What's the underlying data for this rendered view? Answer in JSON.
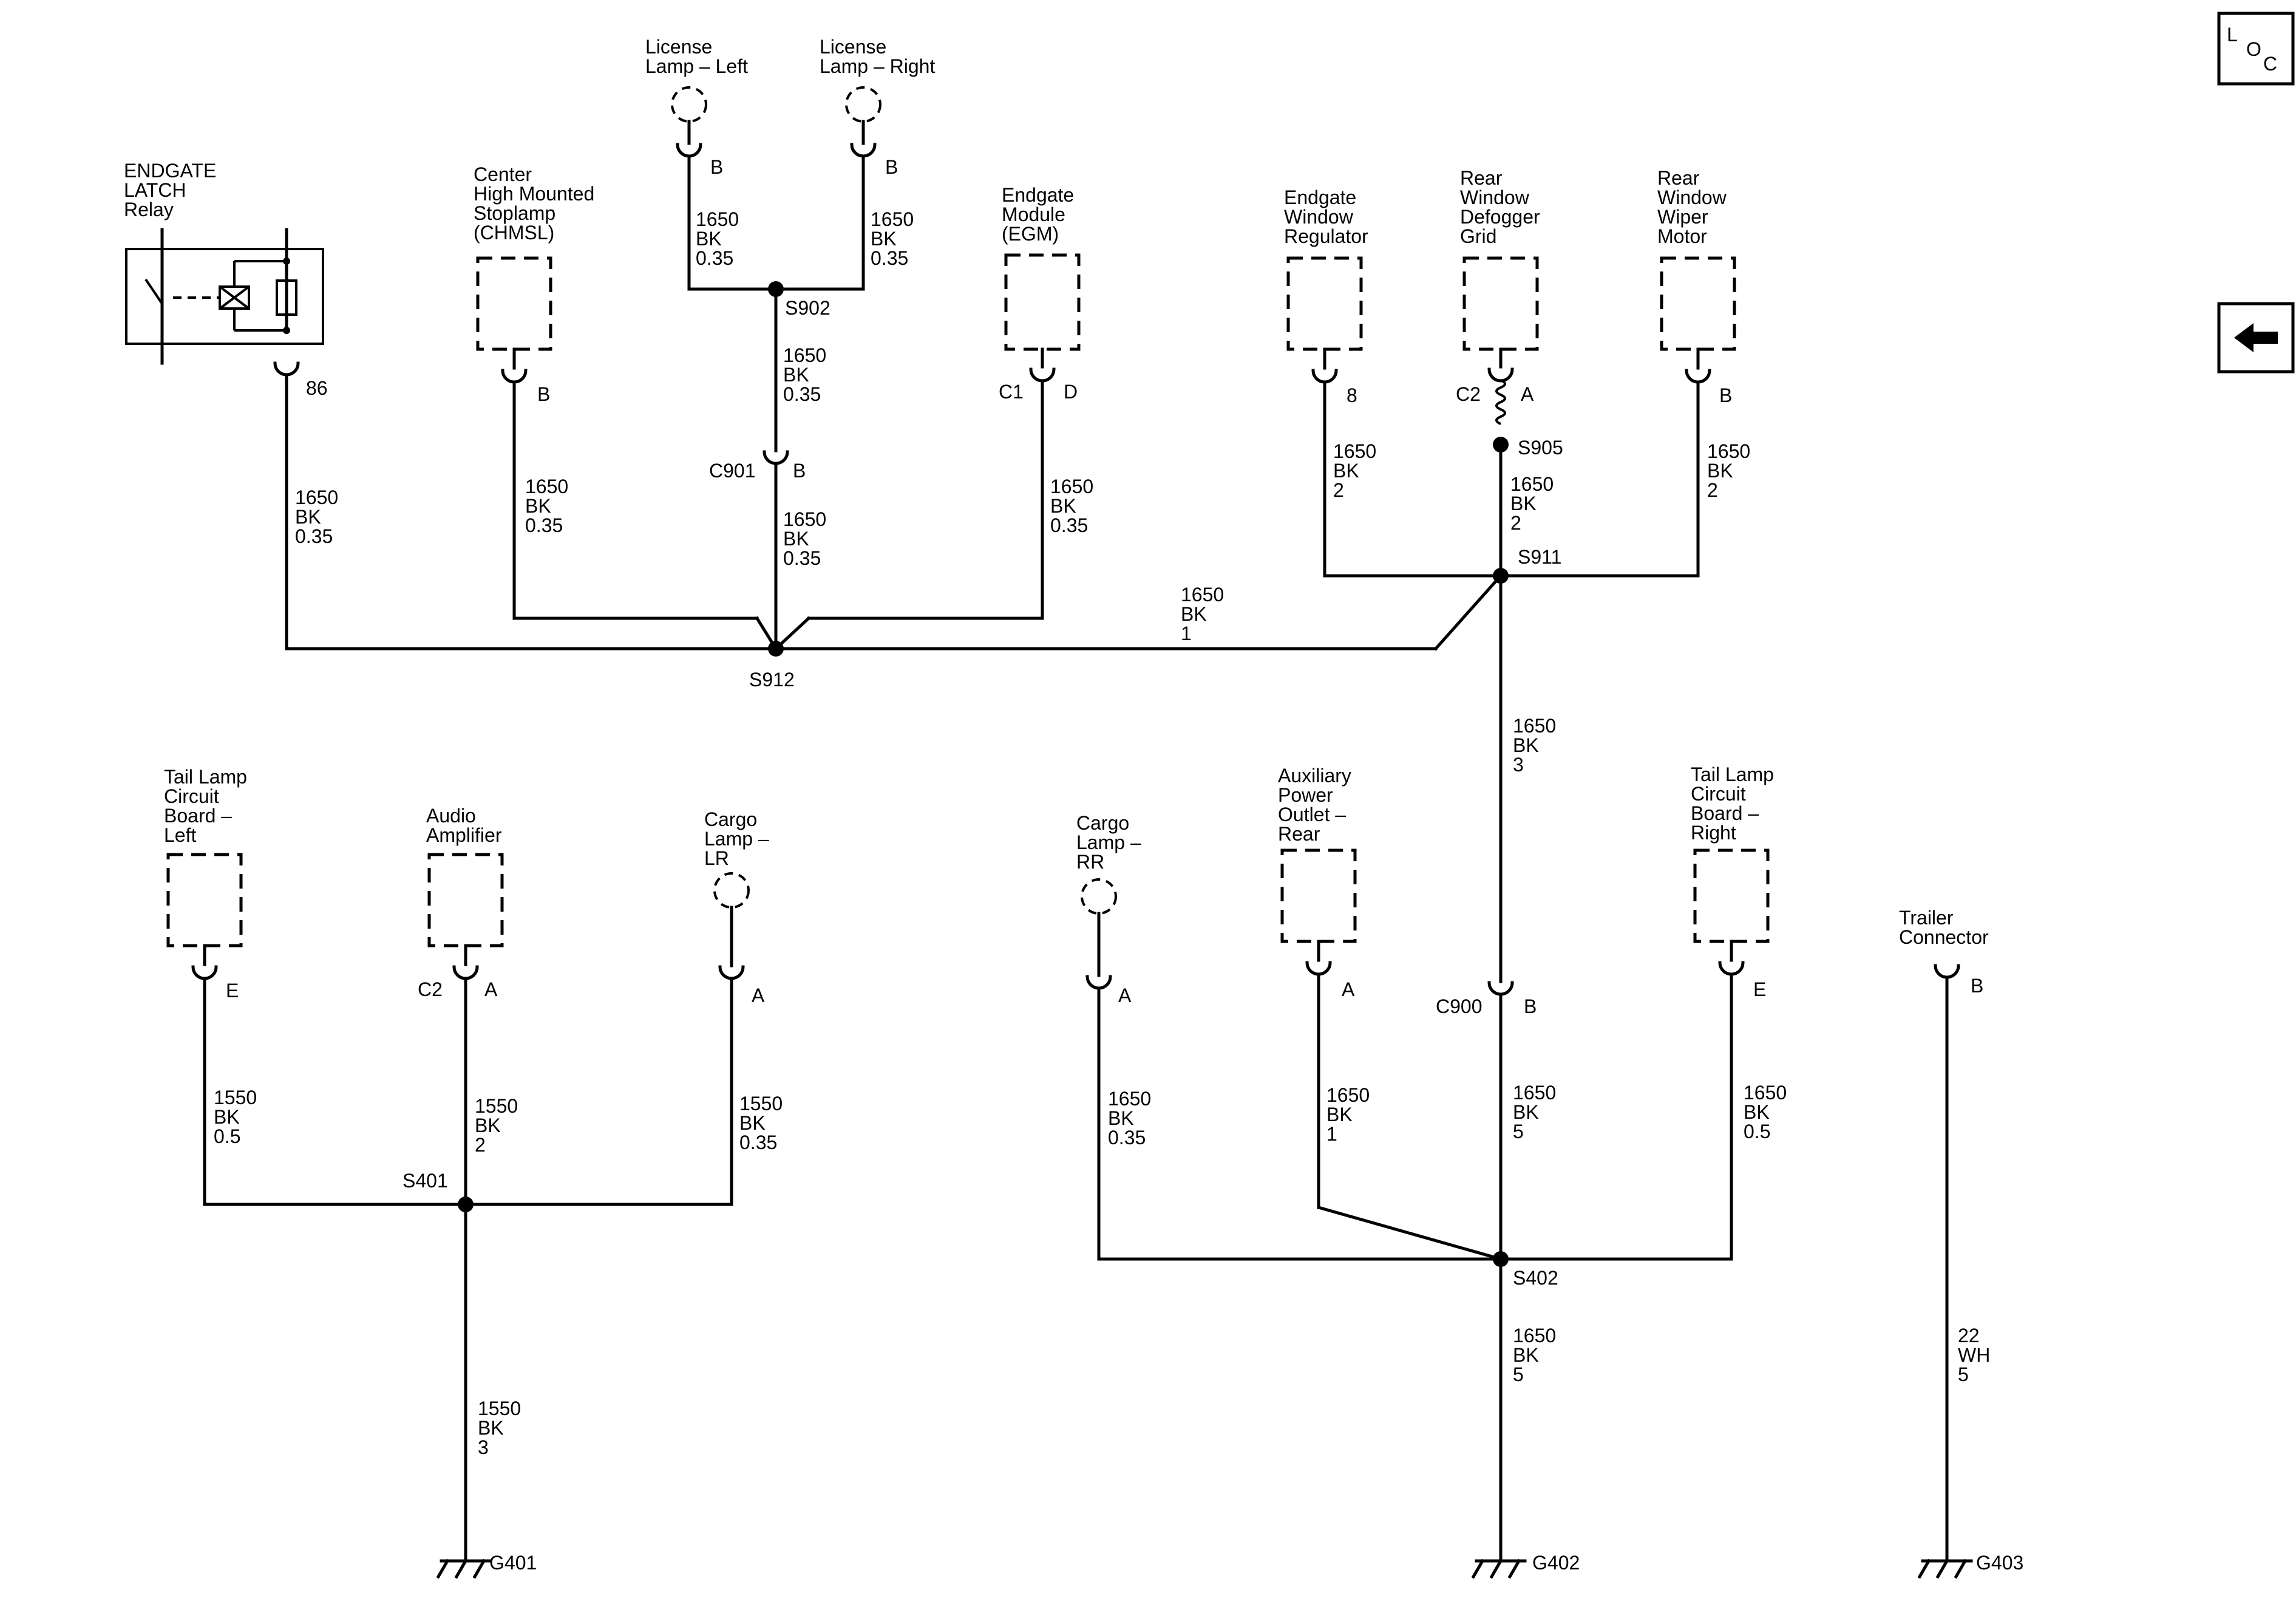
{
  "nav": {
    "loc_letters": [
      "L",
      "O",
      "C"
    ],
    "back_icon": "left-arrow-icon"
  },
  "components": {
    "relay": {
      "label": [
        "ENDGATE",
        "LATCH",
        "Relay"
      ],
      "pin": "86"
    },
    "chmsl": {
      "label": [
        "Center",
        "High Mounted",
        "Stoplamp",
        "(CHMSL)"
      ],
      "pin": "B"
    },
    "lic_left": {
      "label": [
        "License",
        "Lamp – Left"
      ],
      "pin": "B"
    },
    "lic_right": {
      "label": [
        "License",
        "Lamp – Right"
      ],
      "pin": "B"
    },
    "egm": {
      "label": [
        "Endgate",
        "Module",
        "(EGM)"
      ],
      "conn": "C1",
      "pin": "D"
    },
    "ewr": {
      "label": [
        "Endgate",
        "Window",
        "Regulator"
      ],
      "pin": "8"
    },
    "defog": {
      "label": [
        "Rear",
        "Window",
        "Defogger",
        "Grid"
      ],
      "conn": "C2",
      "pin": "A"
    },
    "wiper": {
      "label": [
        "Rear",
        "Window",
        "Wiper",
        "Motor"
      ],
      "pin": "B"
    },
    "tl_left": {
      "label": [
        "Tail Lamp",
        "Circuit",
        "Board –",
        "Left"
      ],
      "pin": "E"
    },
    "audio": {
      "label": [
        "Audio",
        "Amplifier"
      ],
      "conn": "C2",
      "pin": "A"
    },
    "cargo_lr": {
      "label": [
        "Cargo",
        "Lamp –",
        "LR"
      ],
      "pin": "A"
    },
    "cargo_rr": {
      "label": [
        "Cargo",
        "Lamp –",
        "RR"
      ],
      "pin": "A"
    },
    "aux": {
      "label": [
        "Auxiliary",
        "Power",
        "Outlet –",
        "Rear"
      ],
      "pin": "A"
    },
    "tl_right": {
      "label": [
        "Tail Lamp",
        "Circuit",
        "Board –",
        "Right"
      ],
      "pin": "E"
    },
    "trailer": {
      "label": [
        "Trailer",
        "Connector"
      ],
      "pin": "B"
    }
  },
  "inline_connectors": {
    "c901": {
      "name": "C901",
      "pin": "B"
    },
    "c900": {
      "name": "C900",
      "pin": "B"
    }
  },
  "splices": {
    "s902": "S902",
    "s905": "S905",
    "s911": "S911",
    "s912": "S912",
    "s401": "S401",
    "s402": "S402"
  },
  "grounds": {
    "g401": "G401",
    "g402": "G402",
    "g403": "G403"
  },
  "wires": {
    "relay": [
      "1650",
      "BK",
      "0.35"
    ],
    "lic_left": [
      "1650",
      "BK",
      "0.35"
    ],
    "lic_right": [
      "1650",
      "BK",
      "0.35"
    ],
    "s902_c901": [
      "1650",
      "BK",
      "0.35"
    ],
    "c901_s912": [
      "1650",
      "BK",
      "0.35"
    ],
    "chmsl": [
      "1650",
      "BK",
      "0.35"
    ],
    "egm": [
      "1650",
      "BK",
      "0.35"
    ],
    "s912_s911": [
      "1650",
      "BK",
      "1"
    ],
    "ewr": [
      "1650",
      "BK",
      "2"
    ],
    "s905_s911": [
      "1650",
      "BK",
      "2"
    ],
    "wiper": [
      "1650",
      "BK",
      "2"
    ],
    "s911_c900": [
      "1650",
      "BK",
      "3"
    ],
    "tl_left": [
      "1550",
      "BK",
      "0.5"
    ],
    "audio": [
      "1550",
      "BK",
      "2"
    ],
    "cargo_lr": [
      "1550",
      "BK",
      "0.35"
    ],
    "s401_g401": [
      "1550",
      "BK",
      "3"
    ],
    "cargo_rr": [
      "1650",
      "BK",
      "0.35"
    ],
    "aux": [
      "1650",
      "BK",
      "1"
    ],
    "c900_s402": [
      "1650",
      "BK",
      "5"
    ],
    "tl_right": [
      "1650",
      "BK",
      "0.5"
    ],
    "s402_g402": [
      "1650",
      "BK",
      "5"
    ],
    "trailer": [
      "22",
      "WH",
      "5"
    ]
  }
}
